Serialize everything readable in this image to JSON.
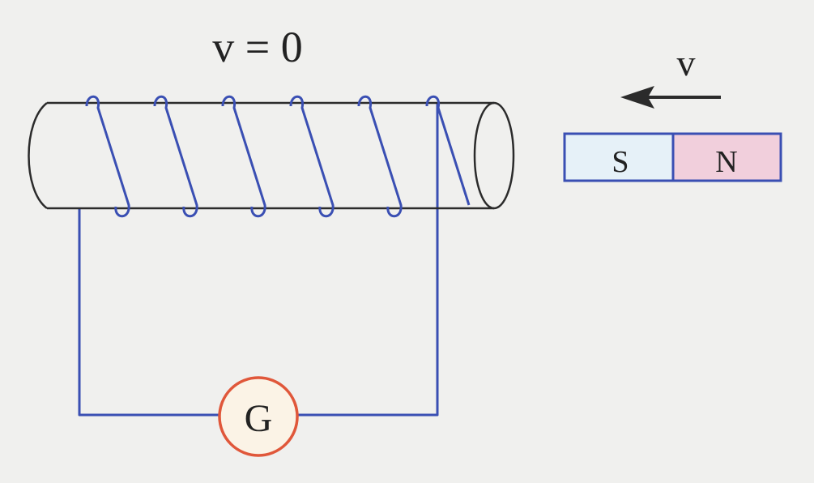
{
  "labels": {
    "solenoid_velocity": "v = 0",
    "magnet_velocity": "v",
    "magnet_south": "S",
    "magnet_north": "N",
    "galvanometer": "G"
  },
  "colors": {
    "wire": "#3a4fb3",
    "outline": "#2b2b2b",
    "magnet_south_fill": "#e6f1f8",
    "magnet_north_fill": "#f1cfdc",
    "galvanometer_ring": "#e0573a",
    "galvanometer_fill": "#fbf3e6"
  },
  "coil": {
    "turns": 6
  }
}
